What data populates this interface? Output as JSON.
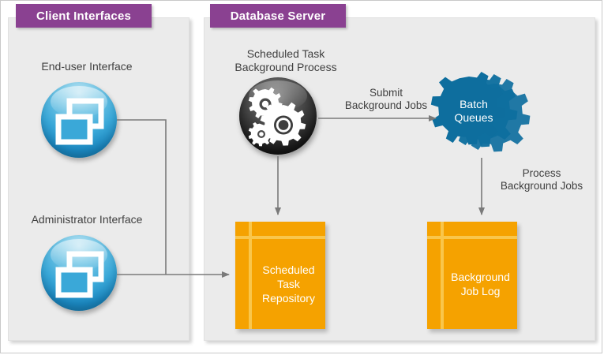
{
  "diagram": {
    "title_panels": [
      {
        "id": "client",
        "label": "Client Interfaces"
      },
      {
        "id": "server",
        "label": "Database Server"
      }
    ],
    "client_panel": {
      "header": "Client Interfaces",
      "nodes": [
        {
          "name": "end-user-interface",
          "caption": "End-user Interface",
          "icon": "windows-icon",
          "color": "#1a86bf"
        },
        {
          "name": "administrator-interface",
          "caption": "Administrator Interface",
          "icon": "windows-icon",
          "color": "#1a86bf"
        }
      ]
    },
    "server_panel": {
      "header": "Database Server",
      "nodes": [
        {
          "name": "scheduled-task-background-process",
          "caption": "Scheduled Task\nBackground Process",
          "icon": "gears-icon",
          "color": "#2b2b2b"
        },
        {
          "name": "batch-queues",
          "label": "Batch\nQueues",
          "icon": "gear-cluster-icon",
          "color": "#0E6E9E"
        },
        {
          "name": "scheduled-task-repository",
          "label": "Scheduled\nTask\nRepository",
          "icon": "data-store-icon",
          "color": "#F5A200"
        },
        {
          "name": "background-job-log",
          "label": "Background\nJob Log",
          "icon": "data-store-icon",
          "color": "#F5A200"
        }
      ]
    },
    "arrows": [
      {
        "name": "submit-background-jobs",
        "label": "Submit\nBackground Jobs",
        "from": "scheduled-task-background-process",
        "to": "batch-queues"
      },
      {
        "name": "process-background-jobs",
        "label": "Process\nBackground Jobs",
        "from": "batch-queues",
        "to": "background-job-log"
      },
      {
        "name": "task-write-arrow",
        "label": "",
        "from": "scheduled-task-background-process",
        "to": "scheduled-task-repository"
      },
      {
        "name": "client-to-repository-arrow",
        "label": "",
        "from": "client-interfaces",
        "to": "scheduled-task-repository"
      }
    ],
    "colors": {
      "header_purple": "#8A4191",
      "panel_fill": "#EBEBEB",
      "store_orange": "#F5A200",
      "store_grid": "#F9C64B",
      "queue_blue": "#0E6E9E",
      "circle_blue": "#1A86BF",
      "connector_gray": "#7A7A7A",
      "text_dark": "#404040"
    }
  }
}
